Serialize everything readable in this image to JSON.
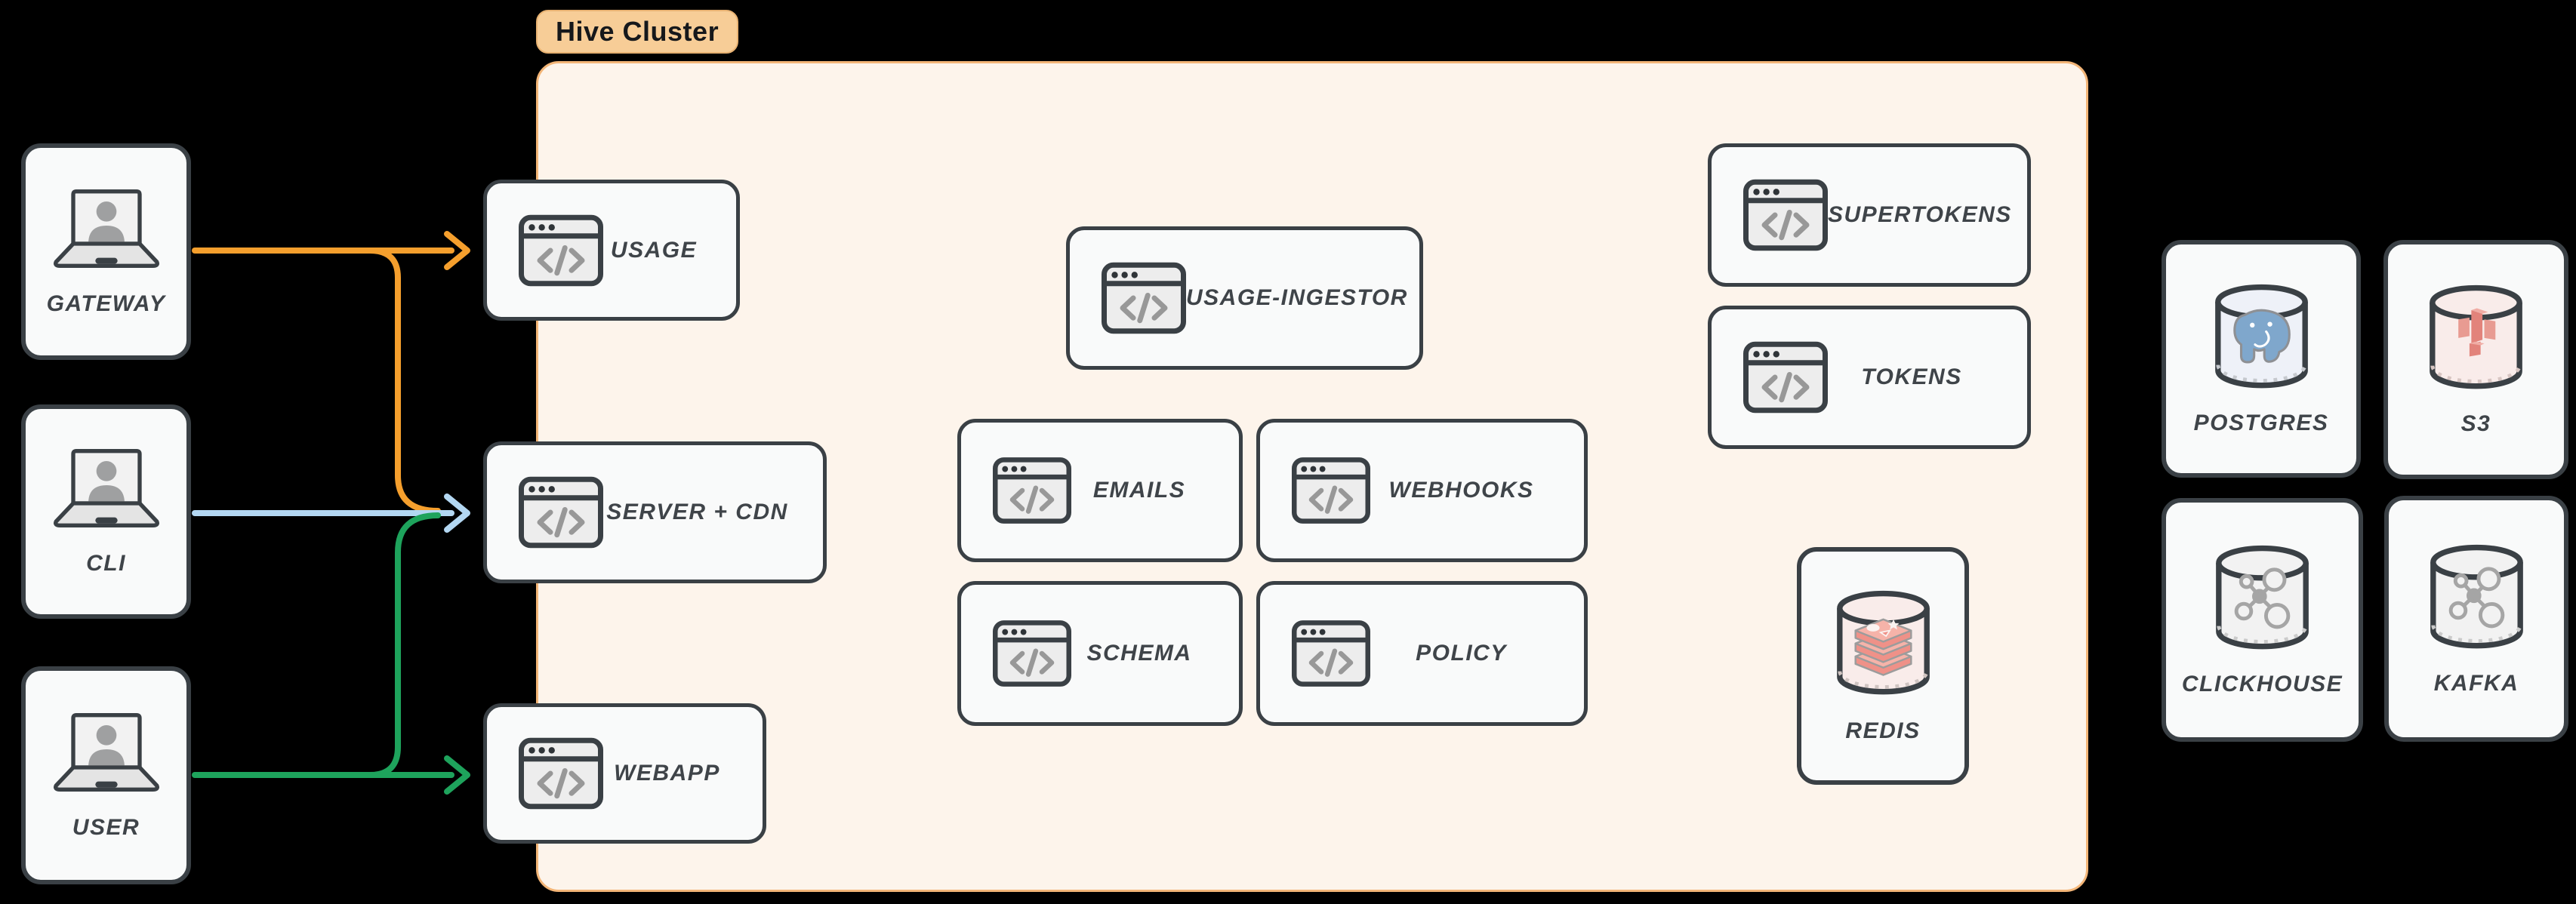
{
  "cluster": {
    "label": "Hive Cluster"
  },
  "clients": [
    {
      "label": "GATEWAY"
    },
    {
      "label": "CLI"
    },
    {
      "label": "USER"
    }
  ],
  "services": {
    "usage": "USAGE",
    "server_cdn": "SERVER + CDN",
    "webapp": "WEBAPP",
    "usage_ingestor": "USAGE-INGESTOR",
    "emails": "EMAILS",
    "webhooks": "WEBHOOKS",
    "schema": "SCHEMA",
    "policy": "POLICY",
    "supertokens": "SUPERTOKENS",
    "tokens": "TOKENS",
    "redis": "REDIS"
  },
  "datastores": {
    "postgres": "POSTGRES",
    "s3": "S3",
    "clickhouse": "CLICKHOUSE",
    "kafka": "KAFKA"
  },
  "edges": [
    {
      "from": "GATEWAY",
      "to": "USAGE",
      "color": "orange"
    },
    {
      "from": "GATEWAY",
      "to": "SERVER + CDN",
      "color": "orange"
    },
    {
      "from": "CLI",
      "to": "SERVER + CDN",
      "color": "blue"
    },
    {
      "from": "USER",
      "to": "SERVER + CDN",
      "color": "green"
    },
    {
      "from": "USER",
      "to": "WEBAPP",
      "color": "green"
    }
  ],
  "icons": {
    "client": "laptop-user-icon",
    "service": "code-window-icon",
    "redis": "redis-cylinder-icon",
    "postgres": "postgres-cylinder-icon",
    "s3": "s3-cylinder-icon",
    "clickhouse": "molecule-cylinder-icon",
    "kafka": "molecule-cylinder-icon"
  },
  "colors": {
    "background": "#000000",
    "cluster_fill": "#FDF4EB",
    "cluster_border": "#F3B577",
    "pill_fill": "#F7CD97",
    "node_fill": "#F9FAFA",
    "node_border": "#3A4045",
    "label_text": "#3F4449",
    "arrow_orange": "#F59F2D",
    "arrow_blue": "#B3D7F2",
    "arrow_green": "#1EA35C"
  }
}
